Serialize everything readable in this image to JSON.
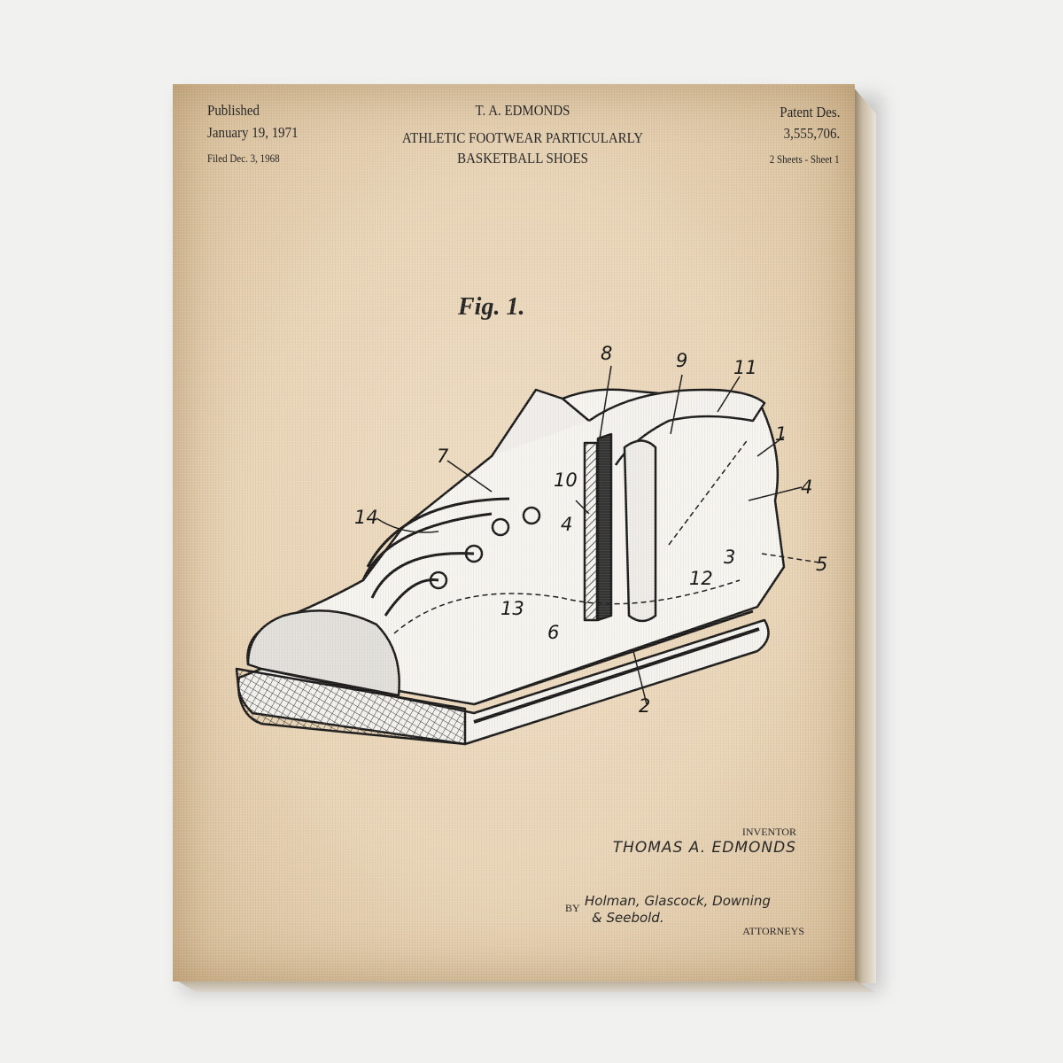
{
  "header": {
    "published_label": "Published",
    "published_date": "January 19, 1971",
    "filed": "Filed Dec. 3, 1968",
    "inventor_short": "T. A. EDMONDS",
    "title_line1": "ATHLETIC FOOTWEAR PARTICULARLY",
    "title_line2": "BASKETBALL SHOES",
    "patent_label": "Patent Des.",
    "patent_number": "3,555,706.",
    "sheets": "2 Sheets - Sheet 1"
  },
  "figure": {
    "label": "Fig. 1.",
    "reference_numbers": [
      "8",
      "9",
      "11",
      "1",
      "7",
      "4",
      "10",
      "14",
      "4",
      "5",
      "3",
      "12",
      "13",
      "6",
      "2"
    ]
  },
  "footer": {
    "inventor_label": "INVENTOR",
    "inventor_name": "THOMAS A. EDMONDS",
    "by_label": "BY",
    "attorneys_signature_line1": "Holman, Glascock, Downing",
    "attorneys_signature_line2": "& Seebold.",
    "attorneys_label": "ATTORNEYS"
  },
  "colors": {
    "paper": "#e9d5b8",
    "ink": "#222222",
    "background": "#f1f1f0"
  }
}
